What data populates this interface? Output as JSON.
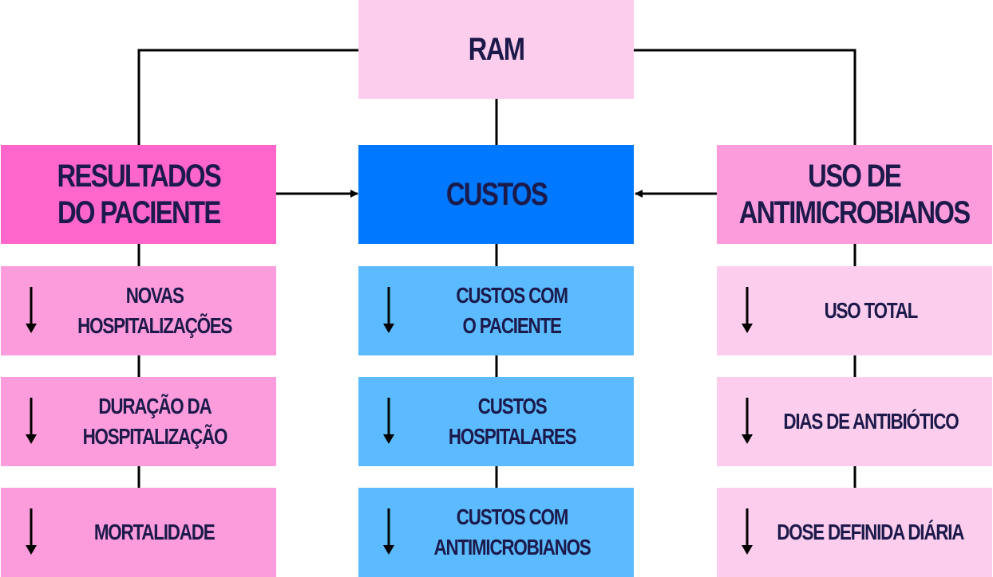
{
  "colors": {
    "top": "#fdcdee",
    "patient_header": "#ff66cc",
    "patient_item": "#fd9cdc",
    "costs_header": "#0078ff",
    "costs_item": "#5cbbff",
    "usage_header": "#fd9cdc",
    "usage_item": "#fdcdee",
    "text": "#1b1a4a",
    "line": "#000000"
  },
  "top": {
    "label": "RAM"
  },
  "columns": {
    "patient": {
      "header": "RESULTADOS\nDO PACIENTE",
      "items": [
        {
          "label": "NOVAS\nHOSPITALIZAÇÕES",
          "icon": "arrow-down-icon"
        },
        {
          "label": "DURAÇÃO DA\nHOSPITALIZAÇÃO",
          "icon": "arrow-down-icon"
        },
        {
          "label": "MORTALIDADE",
          "icon": "arrow-down-icon"
        }
      ]
    },
    "costs": {
      "header": "CUSTOS",
      "items": [
        {
          "label": "CUSTOS COM\nO PACIENTE",
          "icon": "arrow-down-icon"
        },
        {
          "label": "CUSTOS\nHOSPITALARES",
          "icon": "arrow-down-icon"
        },
        {
          "label": "CUSTOS COM\nANTIMICROBIANOS",
          "icon": "arrow-down-icon"
        }
      ]
    },
    "usage": {
      "header": "USO DE\nANTIMICROBIANOS",
      "items": [
        {
          "label": "USO TOTAL",
          "icon": "arrow-down-icon"
        },
        {
          "label": "DIAS DE ANTIBIÓTICO",
          "icon": "arrow-down-icon"
        },
        {
          "label": "DOSE DEFINIDA DIÁRIA",
          "icon": "arrow-down-icon"
        }
      ]
    }
  }
}
